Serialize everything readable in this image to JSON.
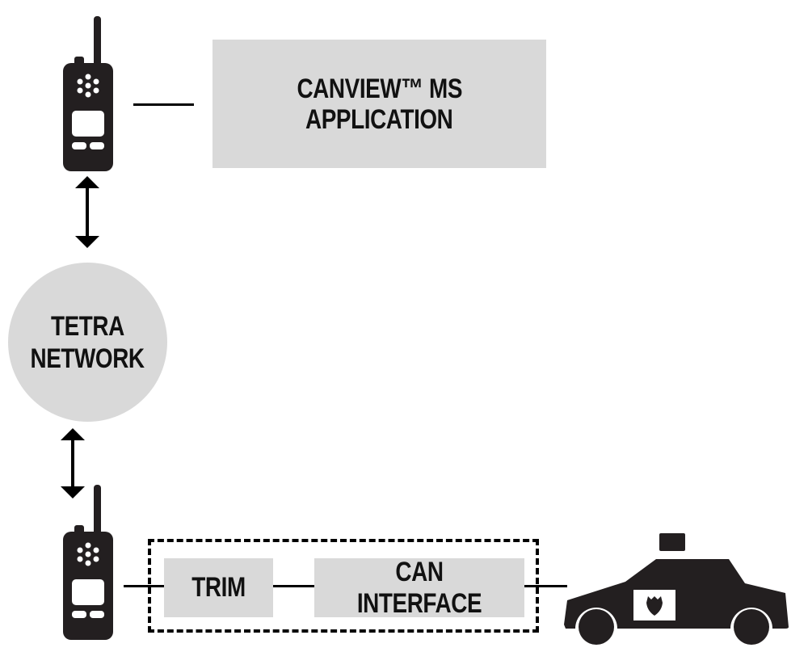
{
  "diagram": {
    "application_box": {
      "line1": "CANVIEW™ MS",
      "line2": "APPLICATION"
    },
    "network": {
      "line1": "TETRA",
      "line2": "NETWORK"
    },
    "trim_box": {
      "label": "TRIM"
    },
    "can_interface_box": {
      "label": "CAN INTERFACE"
    },
    "icons": {
      "top_device": "two-way-radio-icon",
      "bottom_device": "two-way-radio-icon",
      "vehicle": "police-car-icon"
    },
    "colors": {
      "box_fill": "#d9d9d9",
      "stroke": "#000000",
      "icon_fill": "#231f20"
    }
  }
}
